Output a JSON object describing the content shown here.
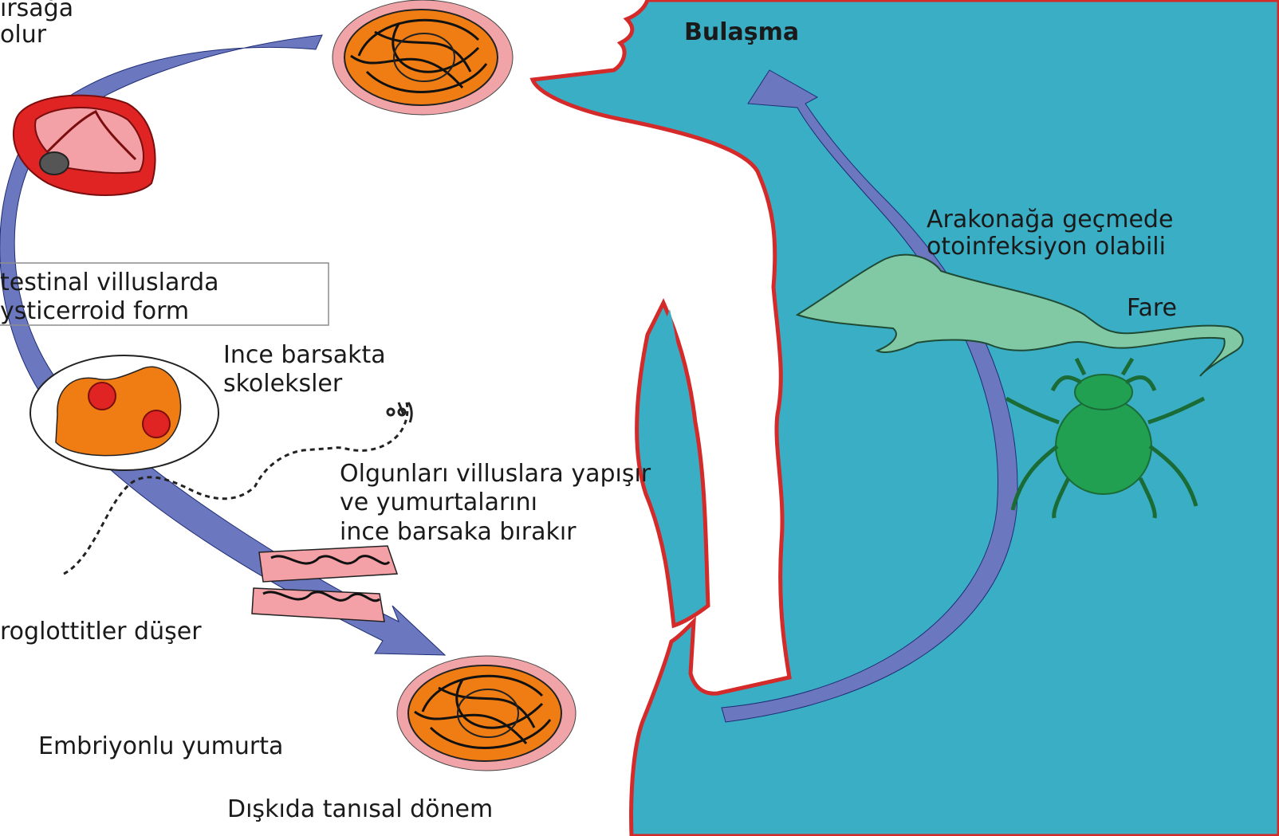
{
  "labels": {
    "top_left_1": "ırsağa",
    "top_left_2": "olur",
    "bulasma": "Bulaşma",
    "arakonak_1": "Arakonağa geçmede",
    "arakonak_2": "otoinfeksiyon olabili",
    "villus_1": "testinal villuslarda",
    "villus_2": "ysticerroid form",
    "fare": "Fare",
    "ince_1": "Ince barsakta",
    "ince_2": "skoleksler",
    "olgun_1": "Olgunları villuslara yapışır",
    "olgun_2": "ve yumurtalarını",
    "olgun_3": "ince barsaka bırakır",
    "proglottit": "roglottitler düşer",
    "embriyon": "Embriyonlu yumurta",
    "diskida": "Dışkıda tanısal dönem"
  },
  "colors": {
    "body_fill": "#3aaec5",
    "body_outline": "#d42a2a",
    "arrow": "#6b78bf",
    "egg_fill": "#ef7d13",
    "egg_halo": "#f0a4a8",
    "rat": "#80c9a4",
    "beetle": "#22a052",
    "cysticercoid": "#e02424",
    "proglottid": "#f3a0a6"
  },
  "icons": [
    "embryonated-egg-icon",
    "cysticercoid-icon",
    "scolex-icon",
    "tapeworm-icon",
    "proglottid-icon",
    "rat-icon",
    "beetle-icon"
  ]
}
